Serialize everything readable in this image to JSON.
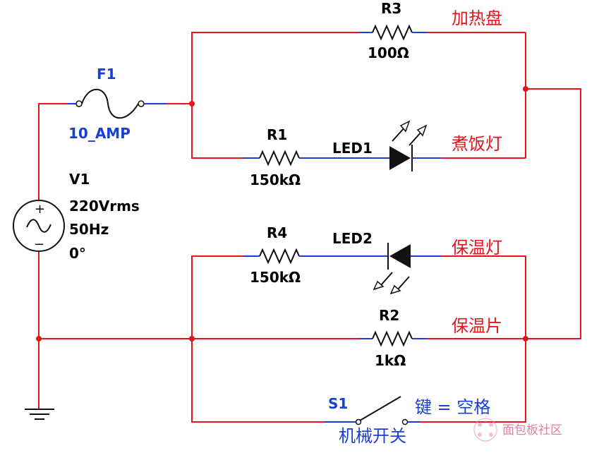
{
  "source": {
    "name": "V1",
    "voltage": "220Vrms",
    "frequency": "50Hz",
    "phase": "0°",
    "plus_sign": "+",
    "minus_sign": "−"
  },
  "fuse": {
    "name": "F1",
    "rating": "10_AMP"
  },
  "r3": {
    "name": "R3",
    "value": "100Ω",
    "function": "加热盘"
  },
  "r1": {
    "name": "R1",
    "value": "150kΩ"
  },
  "led1": {
    "name": "LED1",
    "function": "煮饭灯"
  },
  "r4": {
    "name": "R4",
    "value": "150kΩ"
  },
  "led2": {
    "name": "LED2",
    "function": "保温灯"
  },
  "r2": {
    "name": "R2",
    "value": "1kΩ",
    "function": "保温片"
  },
  "switch": {
    "name": "S1",
    "key_hint": "键 = 空格",
    "function": "机械开关"
  },
  "watermark": {
    "text": "面包板社区"
  },
  "colors": {
    "wire": "#e8141b",
    "component": "#111111",
    "label": "#000000",
    "blue_label": "#1a3fd6"
  }
}
